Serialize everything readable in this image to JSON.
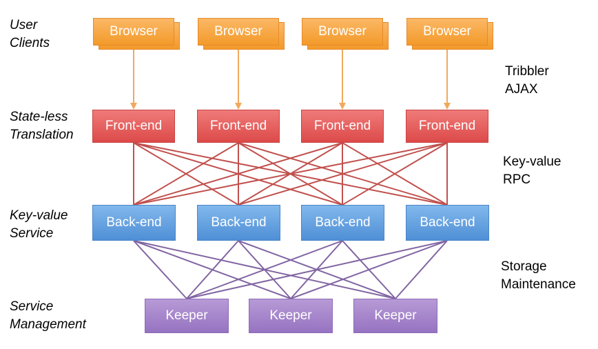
{
  "layers": {
    "clients": "User\nClients",
    "translation": "State-less\nTranslation",
    "service": "Key-value\nService",
    "management": "Service\nManagement"
  },
  "protocols": {
    "ajax": "Tribbler\nAJAX",
    "rpc": "Key-value\nRPC",
    "storage": "Storage\nMaintenance"
  },
  "nodes": {
    "browsers": [
      "Browser",
      "Browser",
      "Browser",
      "Browser"
    ],
    "frontends": [
      "Front-end",
      "Front-end",
      "Front-end",
      "Front-end"
    ],
    "backends": [
      "Back-end",
      "Back-end",
      "Back-end",
      "Back-end"
    ],
    "keepers": [
      "Keeper",
      "Keeper",
      "Keeper"
    ]
  },
  "colors": {
    "browser_arrow": "#f0a95c",
    "frontend_backend_edge": "#c0504d",
    "backend_keeper_edge": "#8064a2"
  }
}
